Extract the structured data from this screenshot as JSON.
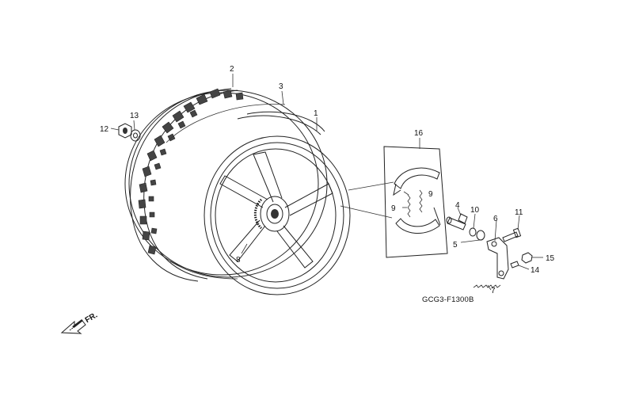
{
  "diagram": {
    "title_code": "GCG3-F1300B",
    "direction_label": "FR.",
    "callouts": {
      "n1": "1",
      "n2": "2",
      "n3": "3",
      "n4": "4",
      "n5": "5",
      "n6": "6",
      "n7": "7",
      "n8": "8",
      "n9a": "9",
      "n9b": "9",
      "n10": "10",
      "n11": "11",
      "n12": "12",
      "n13": "13",
      "n14": "14",
      "n15": "15",
      "n16": "16"
    },
    "colors": {
      "line": "#222222",
      "background": "#ffffff"
    },
    "icons": [
      "front-arrow-icon"
    ]
  }
}
